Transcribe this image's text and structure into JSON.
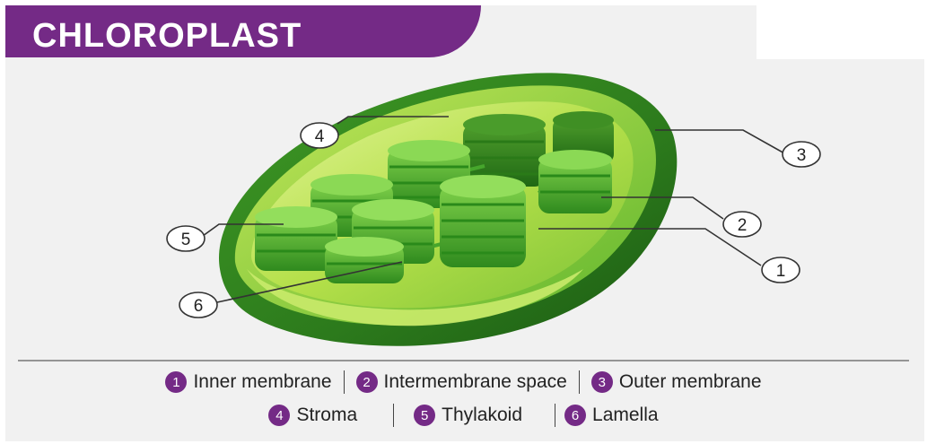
{
  "title": "CHLOROPLAST",
  "colors": {
    "title_bg": "#742a86",
    "badge_bg": "#742a86",
    "outer_membrane": "#2c7a1c",
    "inner_surface": "#9fd63a",
    "thylakoid": "#3fa62a"
  },
  "callouts": [
    {
      "number": "1",
      "part": "Inner membrane"
    },
    {
      "number": "2",
      "part": "Intermembrane space"
    },
    {
      "number": "3",
      "part": "Outer membrane"
    },
    {
      "number": "4",
      "part": "Stroma"
    },
    {
      "number": "5",
      "part": "Thylakoid"
    },
    {
      "number": "6",
      "part": "Lamella"
    }
  ],
  "legend": [
    [
      {
        "number": "1",
        "label": "Inner membrane"
      },
      {
        "number": "2",
        "label": "Intermembrane space"
      },
      {
        "number": "3",
        "label": "Outer membrane"
      }
    ],
    [
      {
        "number": "4",
        "label": "Stroma"
      },
      {
        "number": "5",
        "label": "Thylakoid"
      },
      {
        "number": "6",
        "label": "Lamella"
      }
    ]
  ]
}
